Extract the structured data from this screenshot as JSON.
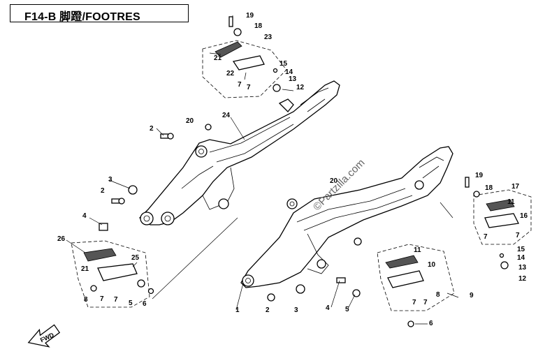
{
  "title": {
    "code": "F14-B",
    "name": "脚蹬/FOOTRES"
  },
  "watermark": "©Partzilla.com",
  "arrow_label": "FWD",
  "callouts": [
    "19",
    "18",
    "23",
    "21",
    "22",
    "7",
    "15",
    "14",
    "13",
    "12",
    "24",
    "20",
    "2",
    "3",
    "4",
    "26",
    "25",
    "8",
    "5",
    "6",
    "1",
    "17",
    "11",
    "16",
    "10",
    "9"
  ]
}
